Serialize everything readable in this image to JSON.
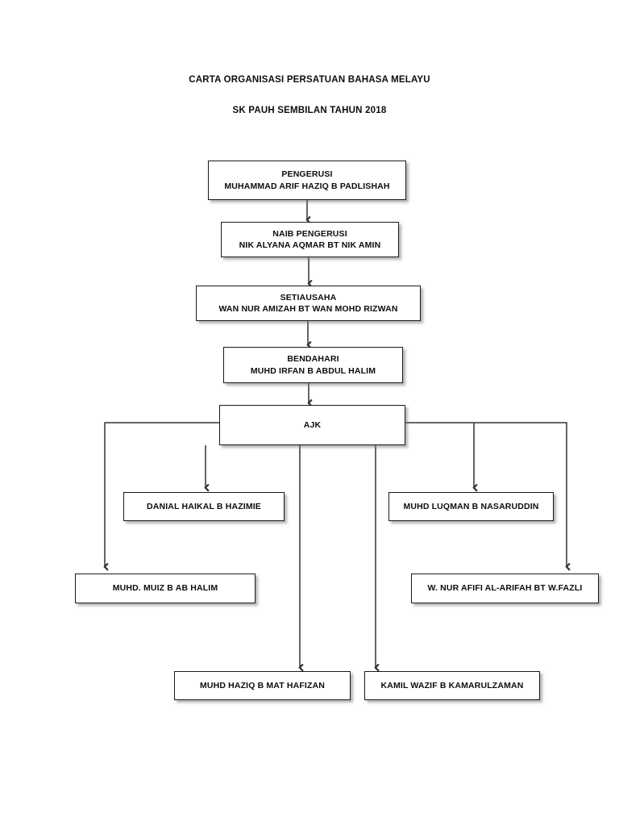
{
  "document": {
    "title_line_1": "CARTA ORGANISASI PERSATUAN BAHASA MELAYU",
    "title_line_2": "SK PAUH SEMBILAN TAHUN 2018"
  },
  "chart": {
    "type": "org-chart",
    "orientation": "vertical",
    "box_fill": "#ffffff",
    "box_border": "#1a1a1a",
    "connector_color": "#333333",
    "nodes": [
      {
        "id": "pengerusi",
        "role": "PENGERUSI",
        "person": "MUHAMMAD ARIF HAZIQ B PADLISHAH",
        "level": 1
      },
      {
        "id": "naib-pengerusi",
        "role": "NAIB PENGERUSI",
        "person": "NIK ALYANA AQMAR BT NIK AMIN",
        "level": 2
      },
      {
        "id": "setiausaha",
        "role": "SETIAUSAHA",
        "person": "WAN NUR AMIZAH BT WAN MOHD RIZWAN",
        "level": 3
      },
      {
        "id": "bendahari",
        "role": "BENDAHARI",
        "person": "MUHD IRFAN B ABDUL HALIM",
        "level": 4
      },
      {
        "id": "ajk",
        "role": "AJK",
        "person": "",
        "level": 5
      }
    ],
    "members": [
      {
        "id": "danial",
        "name": "DANIAL HAIKAL B HAZIMIE"
      },
      {
        "id": "luqman",
        "name": "MUHD LUQMAN B NASARUDDIN"
      },
      {
        "id": "muiz",
        "name": "MUHD. MUIZ B AB HALIM"
      },
      {
        "id": "afifi",
        "name": "W. NUR AFIFI AL-ARIFAH BT W.FAZLI"
      },
      {
        "id": "haziq",
        "name": "MUHD HAZIQ B MAT HAFIZAN"
      },
      {
        "id": "kamil",
        "name": "KAMIL WAZIF B KAMARULZAMAN"
      }
    ],
    "edges": [
      {
        "from": "pengerusi",
        "to": "naib-pengerusi"
      },
      {
        "from": "naib-pengerusi",
        "to": "setiausaha"
      },
      {
        "from": "setiausaha",
        "to": "bendahari"
      },
      {
        "from": "bendahari",
        "to": "ajk"
      },
      {
        "from": "ajk",
        "to": "danial"
      },
      {
        "from": "ajk",
        "to": "luqman"
      },
      {
        "from": "ajk",
        "to": "muiz"
      },
      {
        "from": "ajk",
        "to": "afifi"
      },
      {
        "from": "ajk",
        "to": "haziq"
      },
      {
        "from": "ajk",
        "to": "kamil"
      }
    ]
  }
}
